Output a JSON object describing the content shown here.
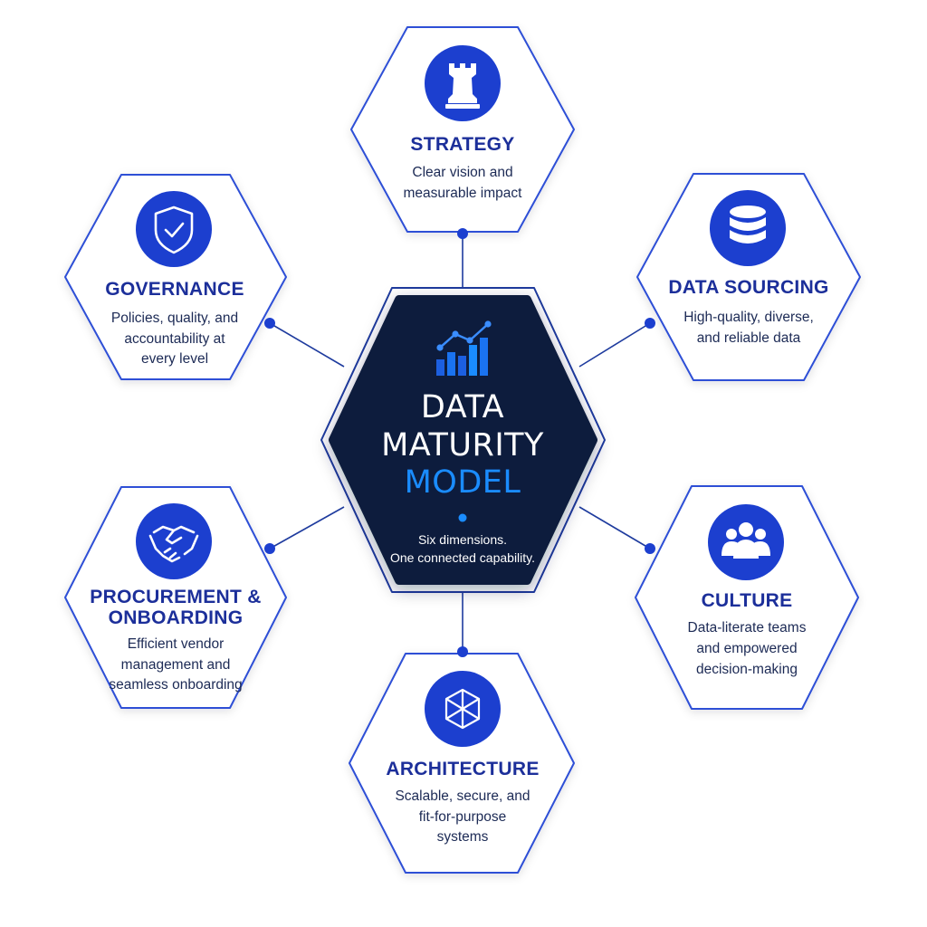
{
  "colors": {
    "primary": "#1c3fcf",
    "hex_border": "#2d4fd6",
    "title_text": "#1c2f9a",
    "center_fill": "#0d1b3e",
    "accent": "#1a8cff",
    "connector": "#1e3b9e"
  },
  "center": {
    "title_line1": "DATA",
    "title_line2": "MATURITY",
    "title_line3": "MODEL",
    "subtitle_line1": "Six dimensions.",
    "subtitle_line2": "One connected capability.",
    "icon": "bar-chart-trend-icon"
  },
  "nodes": {
    "strategy": {
      "title": "STRATEGY",
      "desc_line1": "Clear vision and",
      "desc_line2": "measurable impact",
      "icon": "chess-rook-icon"
    },
    "data_sourcing": {
      "title": "DATA SOURCING",
      "desc_line1": "High-quality, diverse,",
      "desc_line2": "and reliable data",
      "icon": "database-icon"
    },
    "culture": {
      "title": "CULTURE",
      "desc_line1": "Data-literate teams",
      "desc_line2": "and empowered",
      "desc_line3": "decision-making",
      "icon": "people-group-icon"
    },
    "architecture": {
      "title": "ARCHITECTURE",
      "desc_line1": "Scalable, secure, and",
      "desc_line2": "fit-for-purpose",
      "desc_line3": "systems",
      "icon": "cube-icon"
    },
    "procurement": {
      "title_line1": "PROCUREMENT &",
      "title_line2": "ONBOARDING",
      "desc_line1": "Efficient vendor",
      "desc_line2": "management and",
      "desc_line3": "seamless onboarding",
      "icon": "handshake-icon"
    },
    "governance": {
      "title": "GOVERNANCE",
      "desc_line1": "Policies, quality, and",
      "desc_line2": "accountability at",
      "desc_line3": "every level",
      "icon": "shield-check-icon"
    }
  }
}
